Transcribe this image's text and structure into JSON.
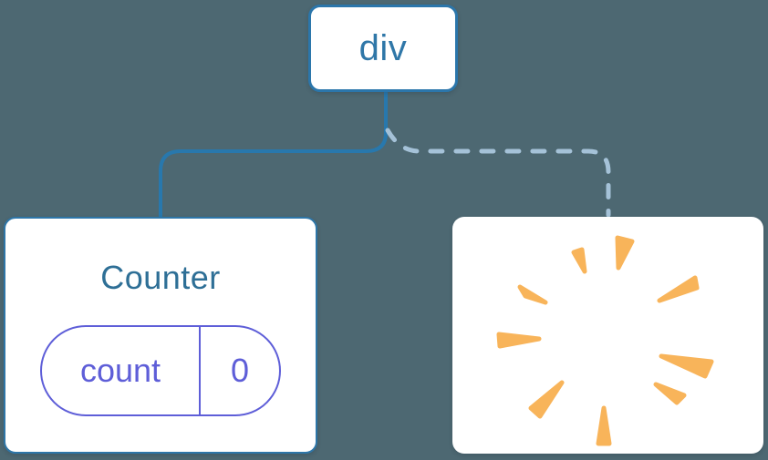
{
  "diagram": {
    "description": "React component tree diagram: div root keeps one child (Counter with state) while the other child is removed (poof)",
    "background_color": "#4d6872",
    "root_node": {
      "label": "div",
      "text_color": "#2f77a8",
      "border_color": "#2b76ab"
    },
    "edges": {
      "solid_edge": {
        "style": "solid",
        "color": "#2878ad",
        "from": "div",
        "to": "Counter"
      },
      "dashed_edge": {
        "style": "dashed",
        "color": "#a5c2d8",
        "from": "div",
        "to": "removed-node"
      }
    },
    "counter_node": {
      "title": "Counter",
      "title_color": "#2e6f96",
      "border_color": "#2e76a8",
      "state_pill": {
        "key": "count",
        "value": "0",
        "accent_color": "#5e5ed8"
      }
    },
    "removed_node": {
      "icon": "poof-explosion-icon",
      "icon_color": "#f8b45a"
    }
  }
}
